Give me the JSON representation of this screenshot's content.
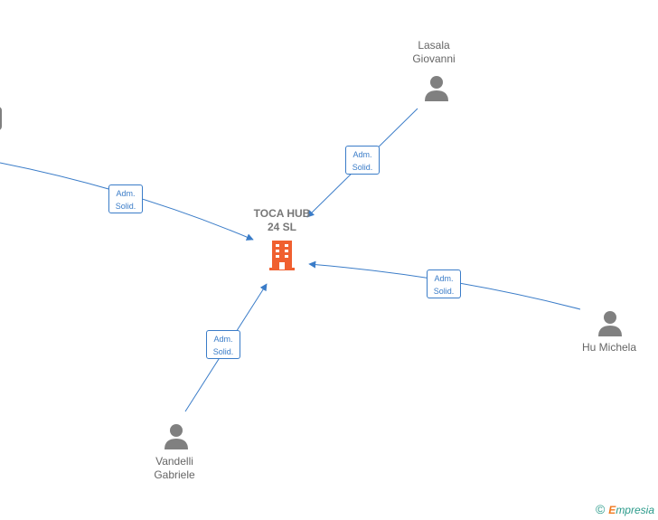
{
  "company": {
    "name_line1": "TOCA HUB",
    "name_line2": "24  SL",
    "icon": "building-icon"
  },
  "people": [
    {
      "id": "lasala",
      "line1": "Lasala",
      "line2": "Giovanni",
      "icon": "person-icon"
    },
    {
      "id": "hu",
      "line1": "Hu Michela",
      "line2": "",
      "icon": "person-icon"
    },
    {
      "id": "vandelli",
      "line1": "Vandelli",
      "line2": "Gabriele",
      "icon": "person-icon"
    }
  ],
  "relations": [
    {
      "from": "left-offscreen",
      "line1": "Adm.",
      "line2": "Solid."
    },
    {
      "from": "lasala",
      "line1": "Adm.",
      "line2": "Solid."
    },
    {
      "from": "hu",
      "line1": "Adm.",
      "line2": "Solid."
    },
    {
      "from": "vandelli",
      "line1": "Adm.",
      "line2": "Solid."
    }
  ],
  "footer": {
    "copyright": "©",
    "brand_first": "E",
    "brand_rest": "mpresia"
  },
  "colors": {
    "edge": "#3a7cc8",
    "company_icon": "#f06030",
    "person_icon": "#808080"
  }
}
